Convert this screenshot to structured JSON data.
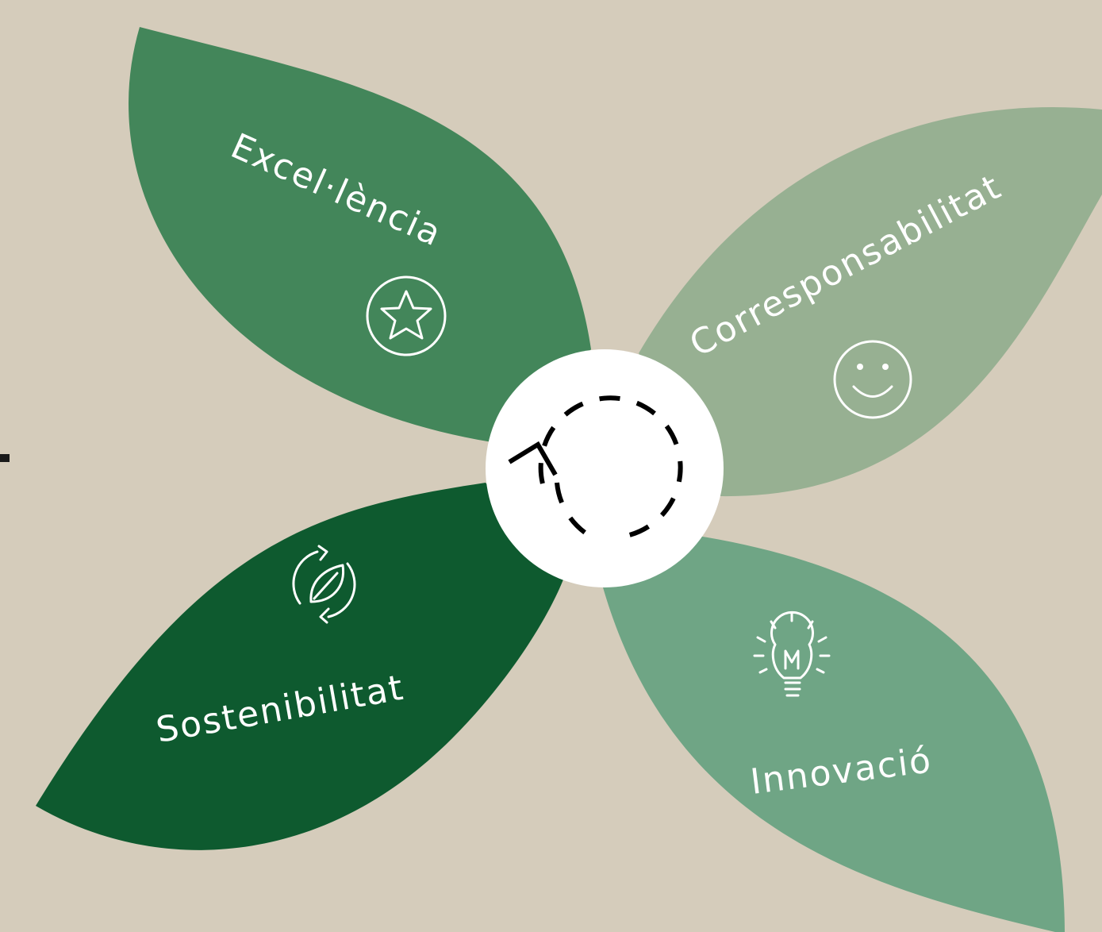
{
  "diagram": {
    "background_color": "#d5ccbb",
    "petals": [
      {
        "id": "excellence",
        "label": "Excel·lència",
        "icon": "star-icon",
        "color": "#43865a"
      },
      {
        "id": "coresponsibility",
        "label": "Corresponsabilitat",
        "icon": "smiley-icon",
        "color": "#97b092"
      },
      {
        "id": "sustainability",
        "label": "Sostenibilitat",
        "icon": "recycle-leaf-icon",
        "color": "#0e5a2f"
      },
      {
        "id": "innovation",
        "label": "Innovació",
        "icon": "lightbulb-icon",
        "color": "#6fa585"
      }
    ],
    "center": {
      "icon": "dashed-cycle-arrow-icon",
      "color": "#ffffff"
    }
  }
}
